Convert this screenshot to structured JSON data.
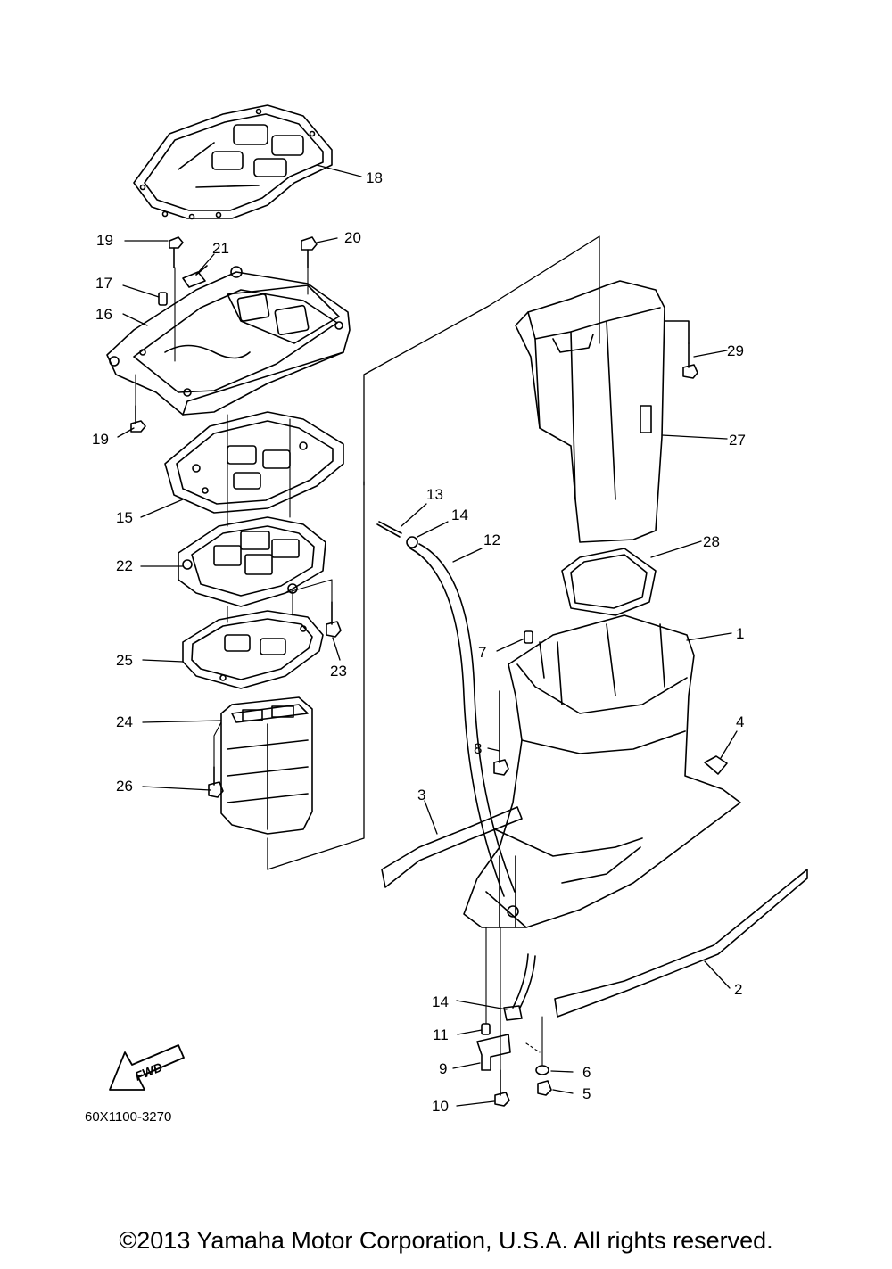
{
  "diagram": {
    "part_code": "60X1100-3270",
    "fwd_label": "FWD",
    "copyright": "©2013 Yamaha Motor Corporation, U.S.A. All rights reserved.",
    "callouts": [
      {
        "id": "18",
        "label": "18"
      },
      {
        "id": "19a",
        "label": "19"
      },
      {
        "id": "20",
        "label": "20"
      },
      {
        "id": "21",
        "label": "21"
      },
      {
        "id": "17",
        "label": "17"
      },
      {
        "id": "16",
        "label": "16"
      },
      {
        "id": "19b",
        "label": "19"
      },
      {
        "id": "15",
        "label": "15"
      },
      {
        "id": "22",
        "label": "22"
      },
      {
        "id": "25",
        "label": "25"
      },
      {
        "id": "23",
        "label": "23"
      },
      {
        "id": "24",
        "label": "24"
      },
      {
        "id": "26",
        "label": "26"
      },
      {
        "id": "13",
        "label": "13"
      },
      {
        "id": "14a",
        "label": "14"
      },
      {
        "id": "12",
        "label": "12"
      },
      {
        "id": "29",
        "label": "29"
      },
      {
        "id": "27",
        "label": "27"
      },
      {
        "id": "28",
        "label": "28"
      },
      {
        "id": "1",
        "label": "1"
      },
      {
        "id": "7",
        "label": "7"
      },
      {
        "id": "8",
        "label": "8"
      },
      {
        "id": "4",
        "label": "4"
      },
      {
        "id": "3",
        "label": "3"
      },
      {
        "id": "2",
        "label": "2"
      },
      {
        "id": "14b",
        "label": "14"
      },
      {
        "id": "11",
        "label": "11"
      },
      {
        "id": "9",
        "label": "9"
      },
      {
        "id": "6",
        "label": "6"
      },
      {
        "id": "5",
        "label": "5"
      },
      {
        "id": "10",
        "label": "10"
      }
    ]
  }
}
